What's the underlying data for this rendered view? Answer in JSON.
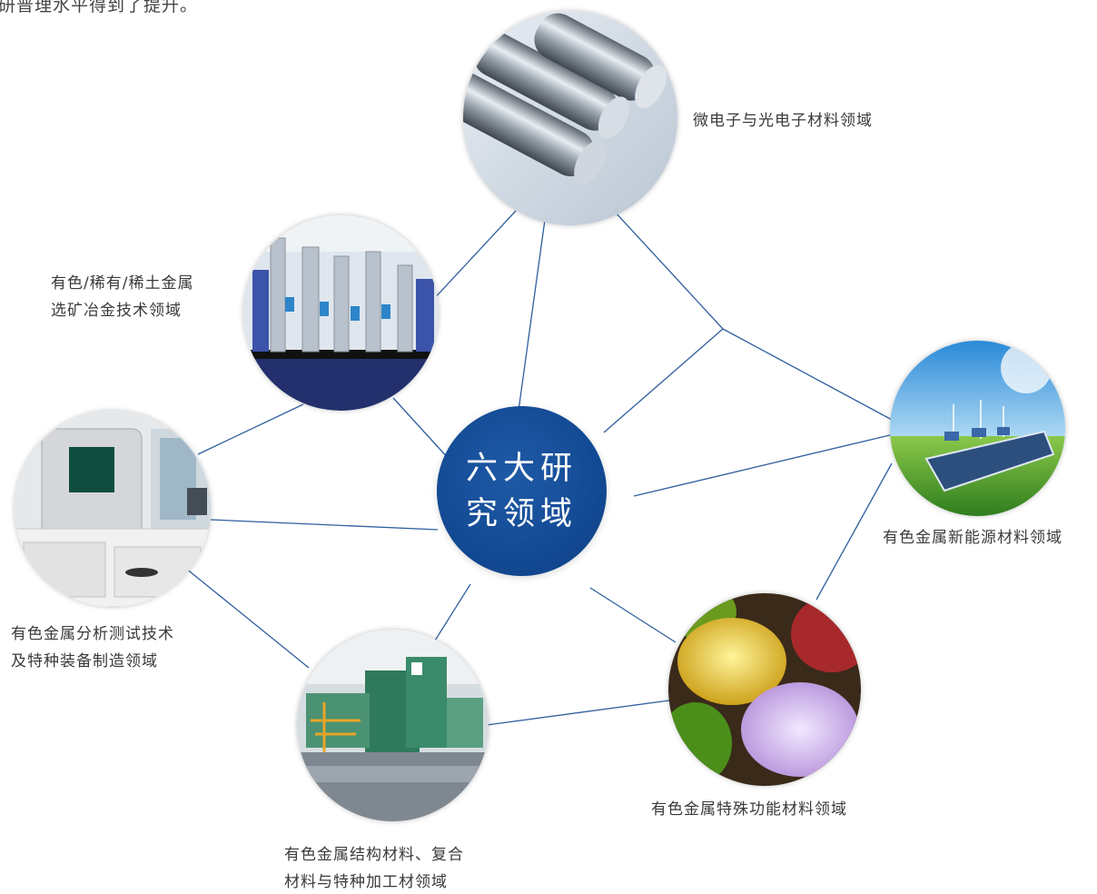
{
  "intro_text": "研普理水平得到了提升。",
  "center": {
    "line1": "六大研",
    "line2": "究领域"
  },
  "domains": {
    "microelectronics": {
      "label": "微电子与光电子材料领域",
      "icon": "metal-cylinders-photo"
    },
    "metallurgy": {
      "line1": "有色/稀有/稀土金属",
      "line2": "选矿冶金技术领域",
      "icon": "lab-equipment-photo"
    },
    "analysis": {
      "line1": "有色金属分析测试技术",
      "line2": "及特种装备制造领域",
      "icon": "analysis-instrument-photo"
    },
    "structural": {
      "line1": "有色金属结构材料、复合",
      "line2": "材料与特种加工材领域",
      "icon": "rolling-mill-photo"
    },
    "functional": {
      "label": "有色金属特殊功能材料领域",
      "icon": "colored-powders-photo"
    },
    "energy": {
      "label": "有色金属新能源材料领域",
      "icon": "solar-panel-photo"
    }
  },
  "colors": {
    "hub": "#134a94",
    "link": "#2f5f9e",
    "text": "#3a3a3a"
  }
}
